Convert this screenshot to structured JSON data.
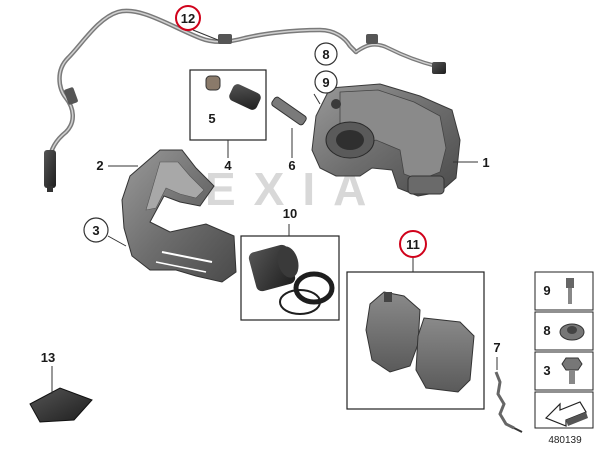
{
  "diagram": {
    "watermark": "EXIA",
    "image_number": "480139",
    "callouts": {
      "c1": "1",
      "c2": "2",
      "c3": "3",
      "c4": "4",
      "c5": "5",
      "c6": "6",
      "c7": "7",
      "c8": "8",
      "c9": "9",
      "c10": "10",
      "c11": "11",
      "c12": "12",
      "c13": "13"
    },
    "legend": {
      "r9": "9",
      "r8": "8",
      "r3": "3"
    },
    "highlight_color": "#d0021b"
  }
}
